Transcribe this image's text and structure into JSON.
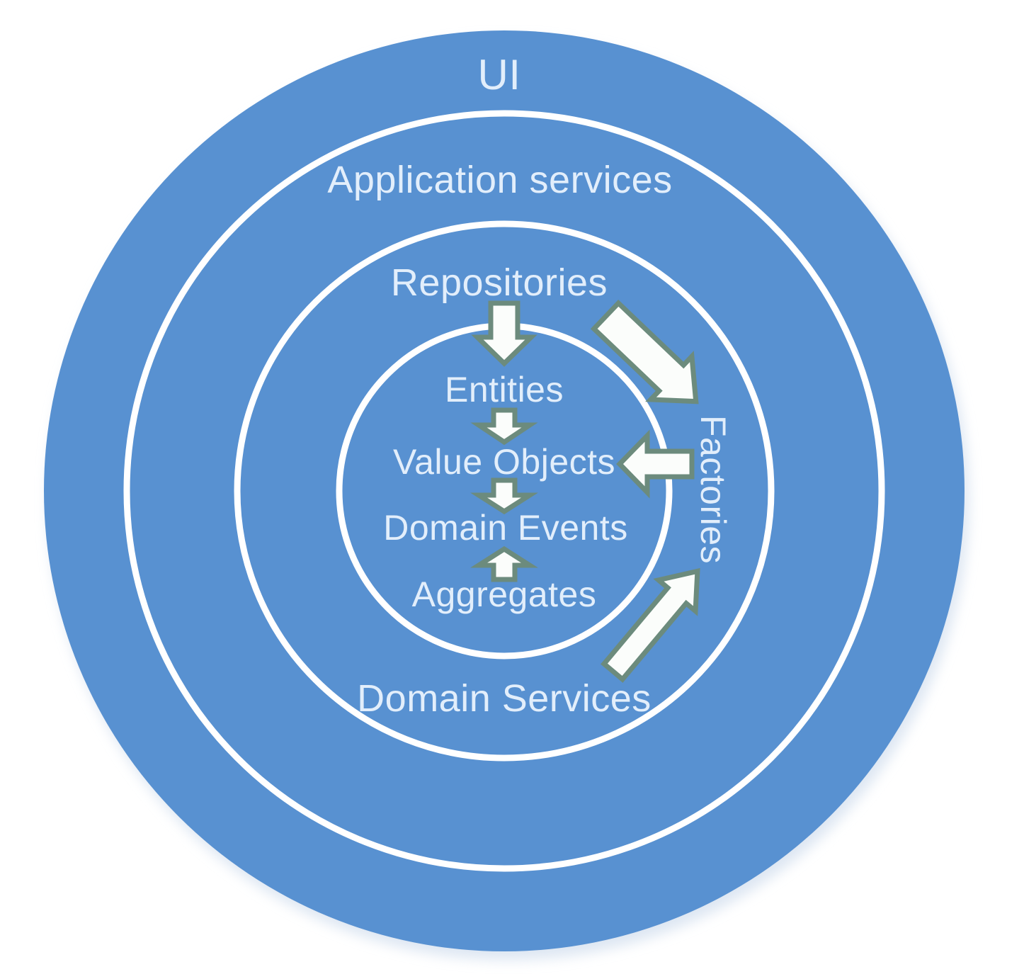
{
  "labels": {
    "ui": "UI",
    "application_services": "Application services",
    "repositories": "Repositories",
    "entities": "Entities",
    "value_objects": "Value Objects",
    "domain_events": "Domain Events",
    "aggregates": "Aggregates",
    "domain_services": "Domain Services",
    "factories": "Factories"
  },
  "arrows": [
    {
      "name": "repositories-to-entities-arrow",
      "direction": "down",
      "from": "Repositories",
      "to": "Entities"
    },
    {
      "name": "repositories-to-factories-arrow",
      "direction": "down-right",
      "from": "Repositories",
      "to": "Factories"
    },
    {
      "name": "entities-to-value-objects-arrow",
      "direction": "down",
      "from": "Entities",
      "to": "Value Objects"
    },
    {
      "name": "factories-to-value-objects-arrow",
      "direction": "left",
      "from": "Factories",
      "to": "Value Objects"
    },
    {
      "name": "value-objects-to-domain-events-arrow",
      "direction": "down",
      "from": "Value Objects",
      "to": "Domain Events"
    },
    {
      "name": "aggregates-to-domain-events-arrow",
      "direction": "up",
      "from": "Aggregates",
      "to": "Domain Events"
    },
    {
      "name": "domain-services-to-factories-arrow",
      "direction": "up-right",
      "from": "Domain Services",
      "to": "Factories"
    }
  ],
  "colors": {
    "circle-fill": "#5891D1",
    "ring-stroke": "#FFFFFF",
    "label-text": "#E2EEFB",
    "arrow-fill": "#FBFDFB",
    "arrow-outline": "#6C8B7D",
    "background": "#FFFFFF",
    "shadow": "#D7E2F0"
  }
}
